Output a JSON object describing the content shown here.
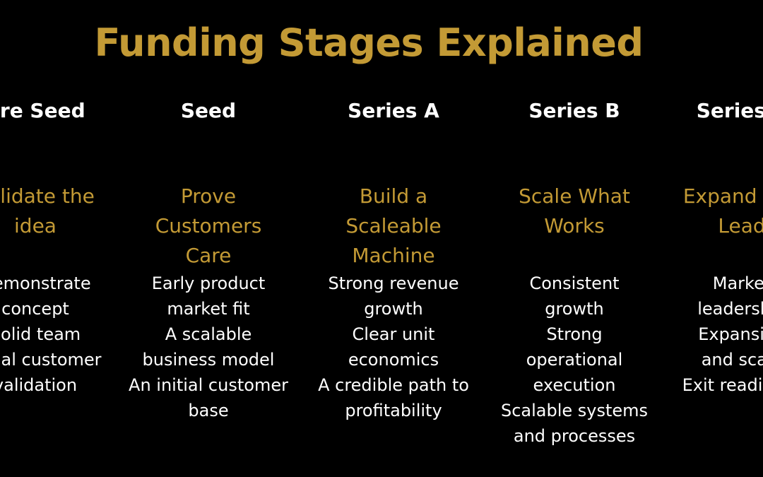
{
  "title": "Funding Stages Explained",
  "stages": [
    {
      "name": "Pre Seed",
      "goal": [
        "Validate the",
        "idea"
      ],
      "points": [
        "Demonstrate",
        "concept",
        "Solid team",
        "Initial customer",
        "validation"
      ]
    },
    {
      "name": "Seed",
      "goal": [
        "Prove",
        "Customers",
        "Care"
      ],
      "points": [
        "Early product",
        "market fit",
        "A scalable",
        "business model",
        "An initial customer",
        "base"
      ]
    },
    {
      "name": "Series A",
      "goal": [
        "Build a",
        "Scaleable",
        "Machine"
      ],
      "points": [
        "Strong revenue",
        "growth",
        "Clear unit",
        "economics",
        "A credible path to",
        "profitability"
      ]
    },
    {
      "name": "Series B",
      "goal": [
        "Scale What",
        "Works"
      ],
      "points": [
        "Consistent",
        "growth",
        "Strong",
        "operational",
        "execution",
        "Scalable systems",
        "and processes"
      ]
    },
    {
      "name": "Series C",
      "goal": [
        "Expand and",
        "Lead"
      ],
      "points": [
        "Market",
        "leadership",
        "Expansion",
        "and scale",
        "Exit readiness"
      ]
    }
  ]
}
